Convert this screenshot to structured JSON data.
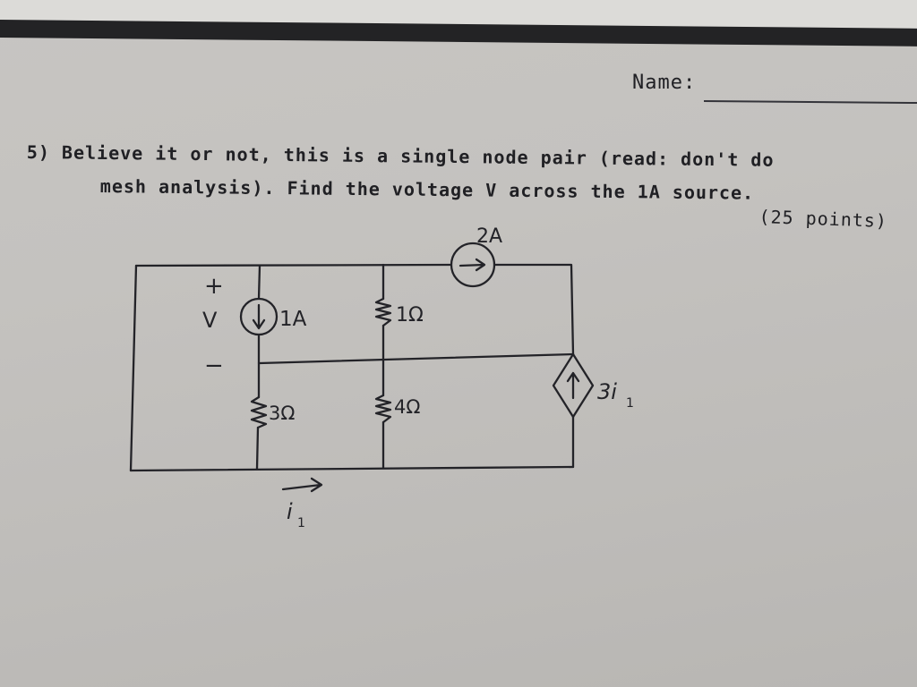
{
  "header": {
    "name_label": "Name:"
  },
  "problem": {
    "line1": "5) Believe it or not, this is a single node pair (read: don't do",
    "line2": "mesh analysis). Find the voltage V across the 1A source.",
    "points": "(25 points)"
  },
  "circuit": {
    "labels": {
      "source_2a": "2A",
      "source_1a": "1A",
      "voltage_plus": "+",
      "voltage_symbol": "V",
      "voltage_minus": "−",
      "resistor_1": "1Ω",
      "resistor_3": "3Ω",
      "resistor_4": "4Ω",
      "dependent_source": "3i",
      "dependent_source_sub": "1",
      "current_symbol": "i",
      "current_sub": "1"
    }
  },
  "colors": {
    "paper": "#c4c2bf",
    "ink": "#232328",
    "border": "#232325"
  }
}
